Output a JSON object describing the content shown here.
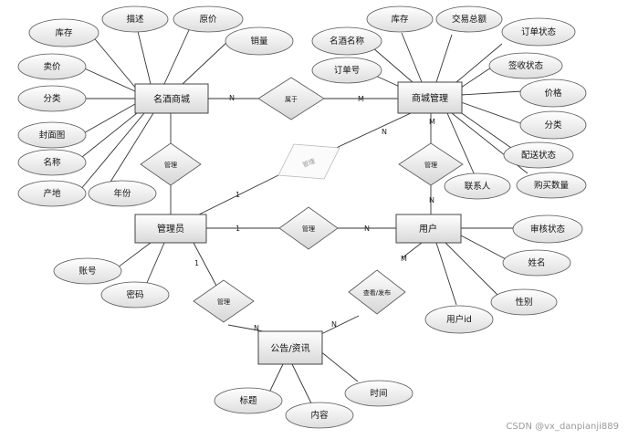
{
  "entities": {
    "product": "名酒商城",
    "order": "商城管理",
    "admin": "管理员",
    "user": "用户",
    "notice": "公告/资讯"
  },
  "attributes": {
    "product": [
      "库存",
      "描述",
      "原价",
      "销量",
      "卖价",
      "分类",
      "封面图",
      "名称",
      "产地",
      "年份"
    ],
    "order": [
      "库存",
      "交易总额",
      "名酒名称",
      "订单状态",
      "订单号",
      "签收状态",
      "价格",
      "分类",
      "配送状态",
      "联系人",
      "购买数量"
    ],
    "admin": [
      "账号",
      "密码"
    ],
    "user": [
      "审核状态",
      "姓名",
      "性别",
      "用户id"
    ],
    "notice": [
      "标题",
      "内容",
      "时间"
    ]
  },
  "relationships": {
    "product_order": "属于",
    "product_admin": "管理",
    "admin_order": "管理",
    "order_user": "管理",
    "admin_user": "管理",
    "admin_notice": "管理",
    "user_notice": "查看/发布"
  },
  "cardinality": {
    "product_order_n": "N",
    "product_order_m": "M",
    "admin_order_1": "1",
    "admin_order_n": "N",
    "order_user_m": "M",
    "order_user_n": "N",
    "admin_user_1": "1",
    "admin_user_n": "N",
    "admin_notice_1": "1",
    "admin_notice_n": "N",
    "user_notice_m": "M",
    "user_notice_n": "N"
  },
  "watermark": "CSDN @vx_danpianji889"
}
